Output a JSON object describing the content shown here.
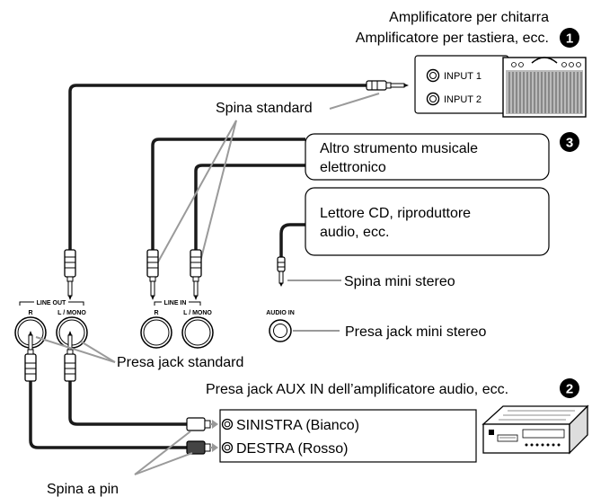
{
  "amplifier": {
    "line1": "Amplificatore per chitarra",
    "line2": "Amplificatore per tastiera, ecc.",
    "badge": "1",
    "input1": "INPUT 1",
    "input2": "INPUT 2"
  },
  "labels": {
    "standard_plug": "Spina standard",
    "mini_stereo_plug": "Spina mini stereo",
    "mini_stereo_jack": "Presa jack mini stereo",
    "standard_jack": "Presa jack standard",
    "pin_plug": "Spina a pin"
  },
  "instrument_box": {
    "line1": "Altro strumento musicale",
    "line2": "elettronico",
    "badge": "3"
  },
  "cd_box": {
    "line1": "Lettore CD, riproduttore",
    "line2": "audio, ecc."
  },
  "panel": {
    "line_out": "LINE OUT",
    "line_in": "LINE IN",
    "audio_in": "AUDIO IN",
    "r": "R",
    "l_mono": "L / MONO"
  },
  "aux": {
    "title": "Presa jack AUX IN dell’amplificatore audio, ecc.",
    "badge": "2",
    "left": "SINISTRA (Bianco)",
    "right": "DESTRA (Rosso)"
  }
}
